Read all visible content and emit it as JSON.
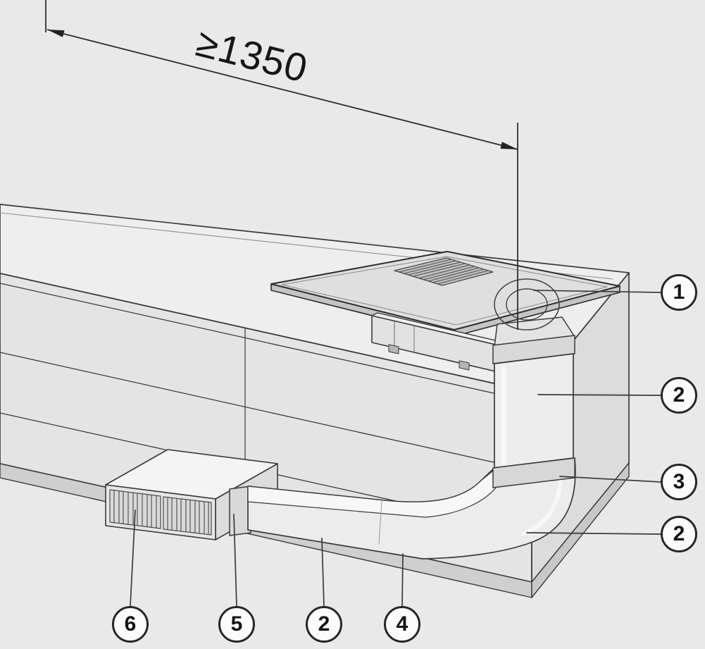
{
  "diagram": {
    "dimension_label": "≥1350",
    "callouts": [
      {
        "label": "1"
      },
      {
        "label": "2"
      },
      {
        "label": "3"
      },
      {
        "label": "2"
      },
      {
        "label": "6"
      },
      {
        "label": "5"
      },
      {
        "label": "2"
      },
      {
        "label": "4"
      }
    ],
    "colors": {
      "background": "#e9e9e9",
      "line": "#3a3a3a",
      "callout_fill": "#fcfcfc"
    }
  }
}
